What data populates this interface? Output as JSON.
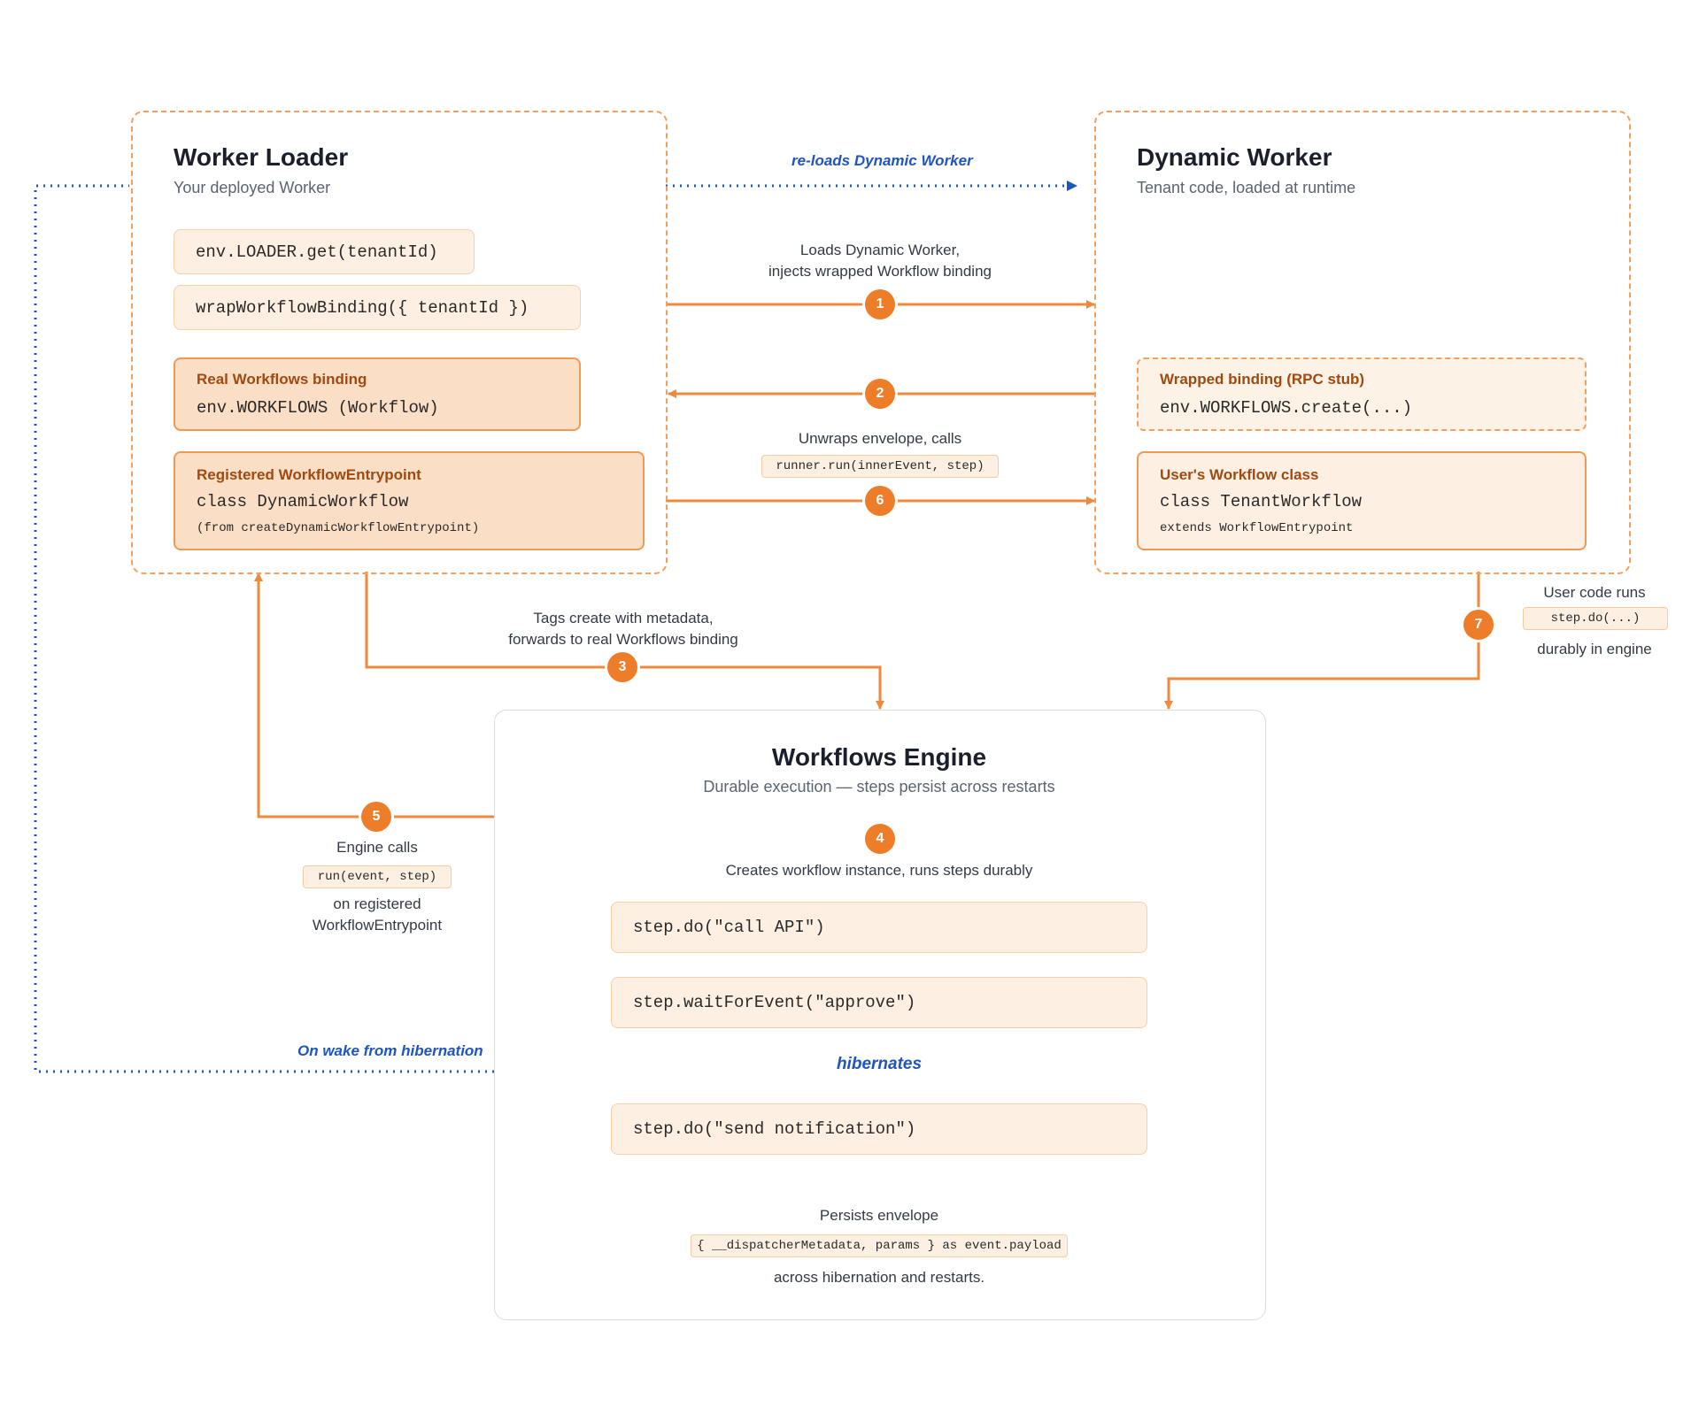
{
  "worker_loader": {
    "title": "Worker Loader",
    "subtitle": "Your deployed Worker",
    "get_call": "env.LOADER.get(tenantId)",
    "wrap_call": "wrapWorkflowBinding({ tenantId })",
    "real_binding": {
      "label": "Real Workflows binding",
      "code": "env.WORKFLOWS (Workflow)"
    },
    "registered": {
      "label": "Registered WorkflowEntrypoint",
      "code": "class DynamicWorkflow",
      "note": "(from createDynamicWorkflowEntrypoint)"
    }
  },
  "dynamic_worker": {
    "title": "Dynamic Worker",
    "subtitle": "Tenant code, loaded at runtime",
    "wrapped": {
      "label": "Wrapped binding (RPC stub)",
      "code": "env.WORKFLOWS.create(...)"
    },
    "user_class": {
      "label": "User's Workflow class",
      "code": "class TenantWorkflow",
      "note": "extends WorkflowEntrypoint"
    }
  },
  "engine": {
    "title": "Workflows Engine",
    "subtitle": "Durable execution — steps persist across restarts",
    "step4_text": "Creates workflow instance, runs steps durably",
    "steps": [
      "step.do(\"call API\")",
      "step.waitForEvent(\"approve\")",
      "step.do(\"send notification\")"
    ],
    "hibernates": "hibernates",
    "persist_line1": "Persists envelope",
    "persist_code": "{ __dispatcherMetadata, params } as event.payload",
    "persist_line2": "across hibernation and restarts."
  },
  "arrows": {
    "reloads": "re-loads Dynamic Worker",
    "step1_line1": "Loads Dynamic Worker,",
    "step1_line2": "injects wrapped Workflow binding",
    "unwraps": "Unwraps envelope, calls",
    "unwraps_code": "runner.run(innerEvent, step)",
    "step3_line1": "Tags create with metadata,",
    "step3_line2": "forwards to real Workflows binding",
    "step5_line1": "Engine calls",
    "step5_code": "run(event, step)",
    "step5_line2": "on registered",
    "step5_line3": "WorkflowEntrypoint",
    "step7_line1": "User code runs",
    "step7_code": "step.do(...)",
    "step7_line2": "durably in engine",
    "wake": "On wake from hibernation"
  },
  "badges": [
    "1",
    "2",
    "3",
    "4",
    "5",
    "6",
    "7"
  ],
  "colors": {
    "accent": "#ee7d2a",
    "connector": "#ef8a3c",
    "blue": "#1f55c0",
    "panel_border": "#f0a060",
    "box_fill": "#fdefe2"
  }
}
